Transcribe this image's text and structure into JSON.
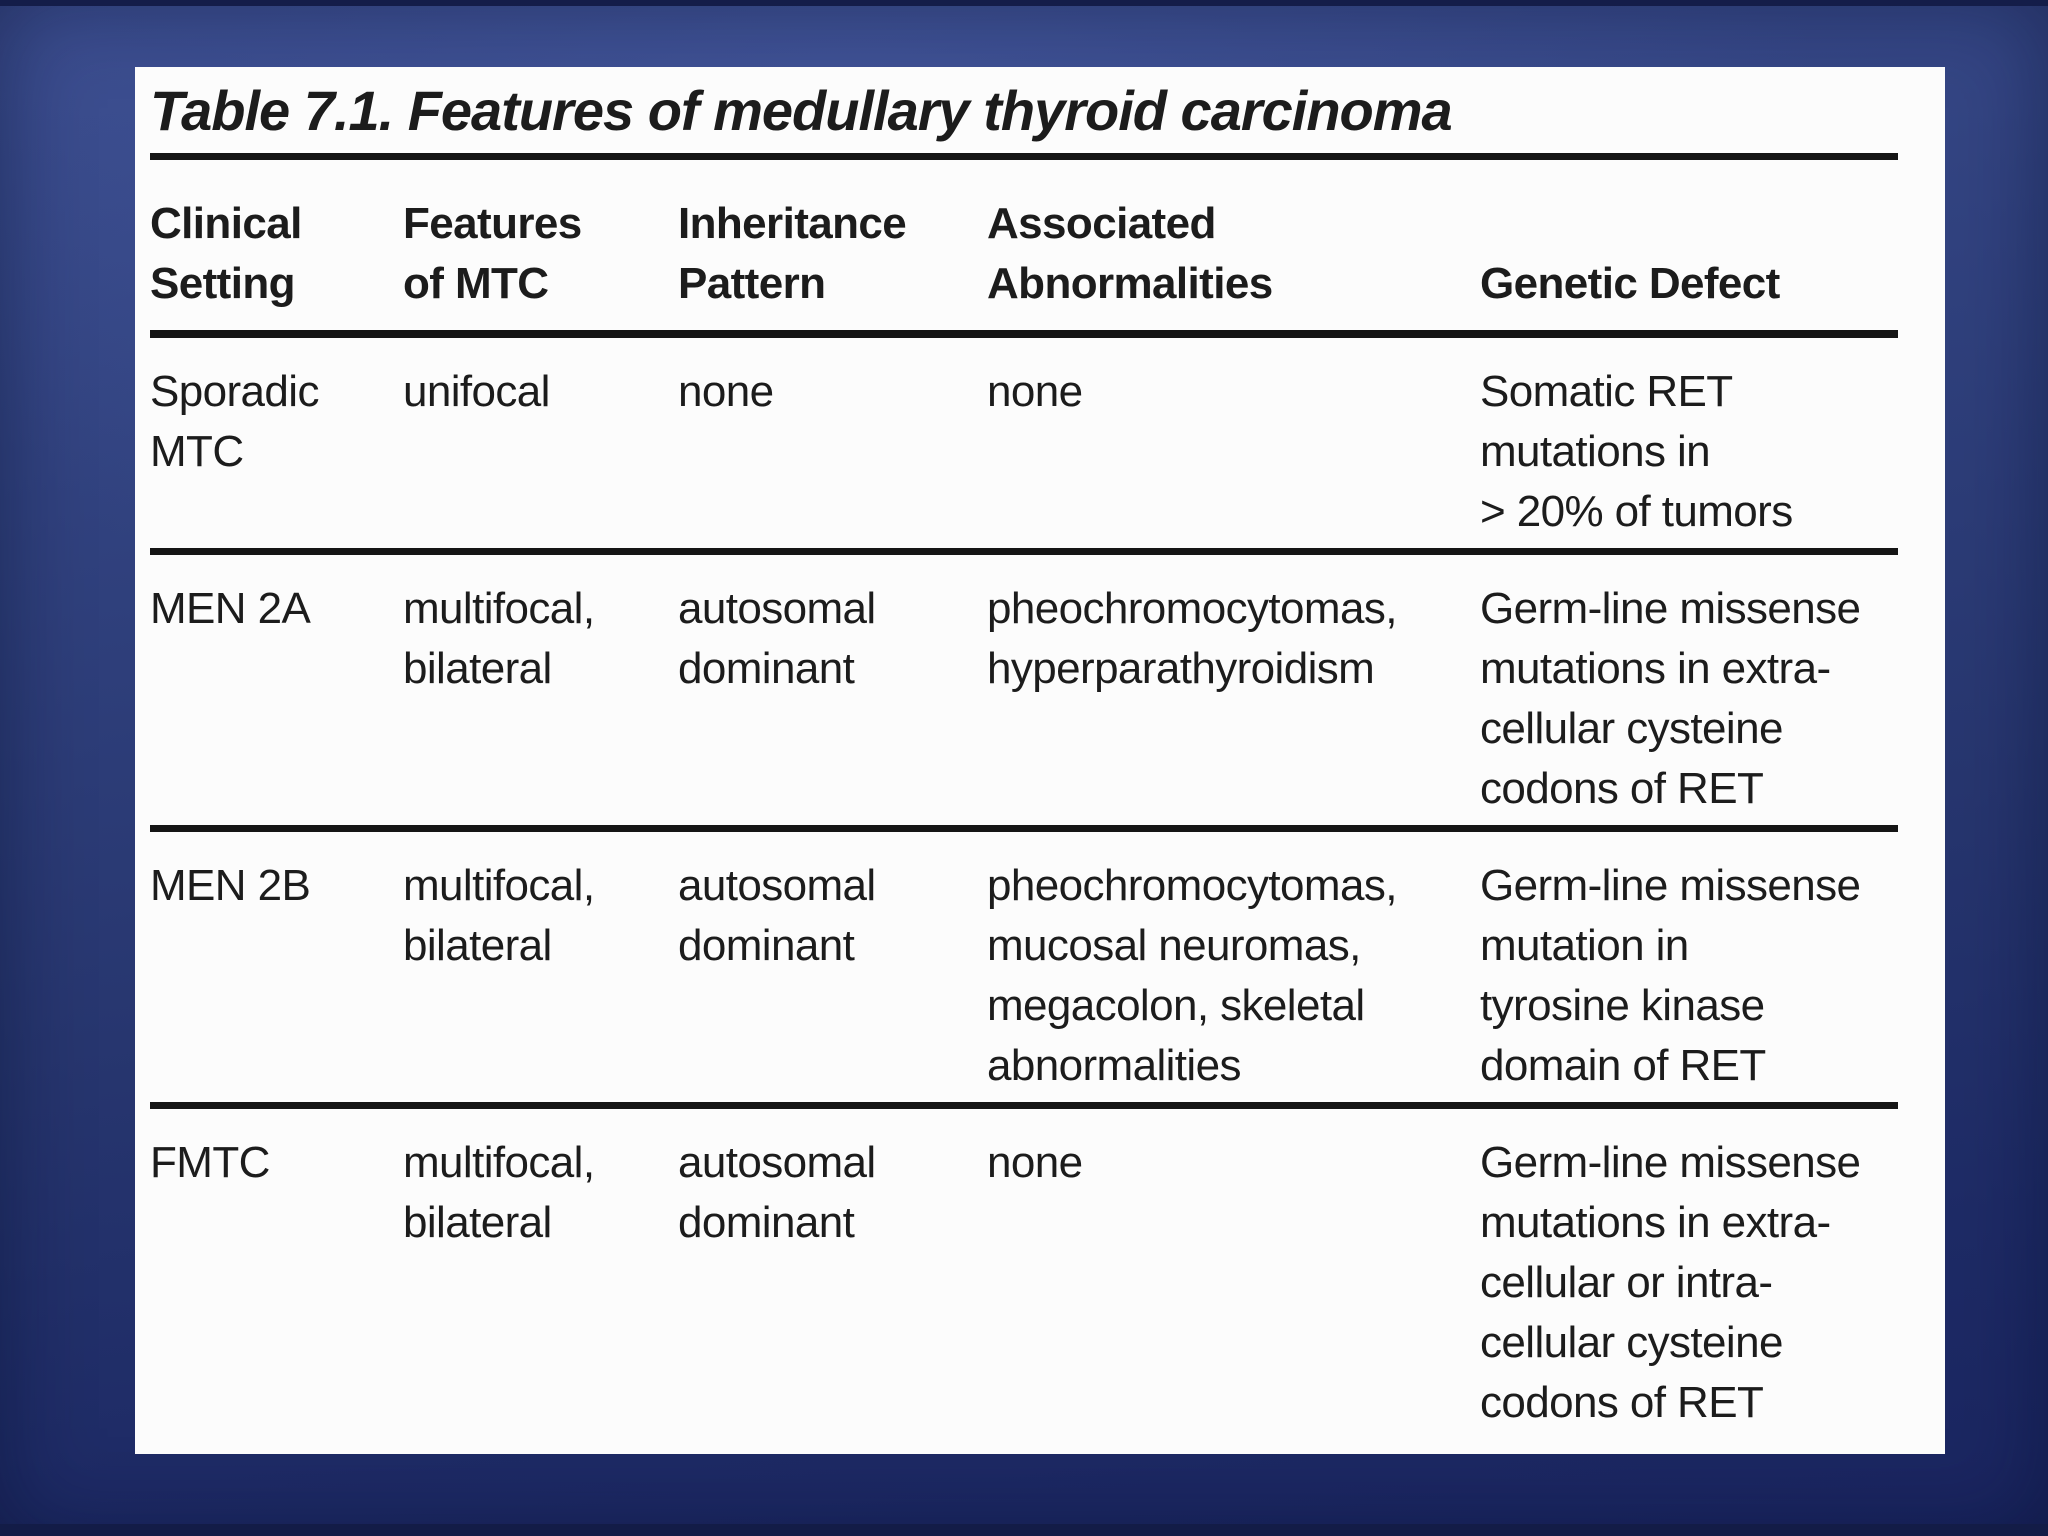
{
  "slide": {
    "colors": {
      "background_top": "#3c4e90",
      "background_bottom": "#1a2560",
      "edge_strip": "#141d49",
      "panel_background": "#fcfcfc",
      "text": "#1c1c1c",
      "rule": "#151515"
    }
  },
  "table": {
    "title": "Table 7.1. Features of medullary thyroid carcinoma",
    "headers": [
      "Clinical\nSetting",
      "Features\nof MTC",
      "Inheritance\nPattern",
      "Associated\nAbnormalities",
      "Genetic Defect"
    ],
    "rows": [
      {
        "clinical_setting": "Sporadic\nMTC",
        "features_of_mtc": "unifocal",
        "inheritance_pattern": "none",
        "associated_abnormalities": "none",
        "genetic_defect": "Somatic RET\nmutations in\n> 20% of tumors"
      },
      {
        "clinical_setting": "MEN 2A",
        "features_of_mtc": "multifocal,\nbilateral",
        "inheritance_pattern": "autosomal\ndominant",
        "associated_abnormalities": "pheochromocytomas,\nhyperparathyroidism",
        "genetic_defect": "Germ-line missense\nmutations in extra-\ncellular cysteine\ncodons of RET"
      },
      {
        "clinical_setting": "MEN 2B",
        "features_of_mtc": "multifocal,\nbilateral",
        "inheritance_pattern": "autosomal\ndominant",
        "associated_abnormalities": "pheochromocytomas,\nmucosal neuromas,\nmegacolon, skeletal\nabnormalities",
        "genetic_defect": "Germ-line missense\nmutation in\ntyrosine kinase\ndomain of RET"
      },
      {
        "clinical_setting": "FMTC",
        "features_of_mtc": "multifocal,\nbilateral",
        "inheritance_pattern": "autosomal\ndominant",
        "associated_abnormalities": "none",
        "genetic_defect": "Germ-line missense\nmutations in extra-\ncellular or intra-\ncellular cysteine\ncodons of RET"
      }
    ]
  }
}
